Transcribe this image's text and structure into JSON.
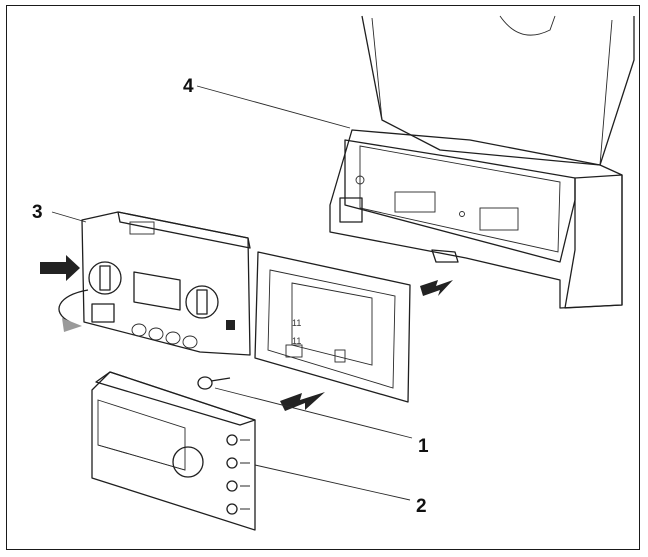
{
  "figure": {
    "callouts": [
      {
        "id": "1",
        "text": "1"
      },
      {
        "id": "2",
        "text": "2"
      },
      {
        "id": "3",
        "text": "3"
      },
      {
        "id": "4",
        "text": "4"
      }
    ],
    "colors": {
      "outline": "#1f1f1f",
      "fill_light": "#e8e8e8",
      "fill_mid": "#cfcfcf",
      "fill_dark": "#8a8a8a",
      "arrow": "#222222"
    }
  }
}
